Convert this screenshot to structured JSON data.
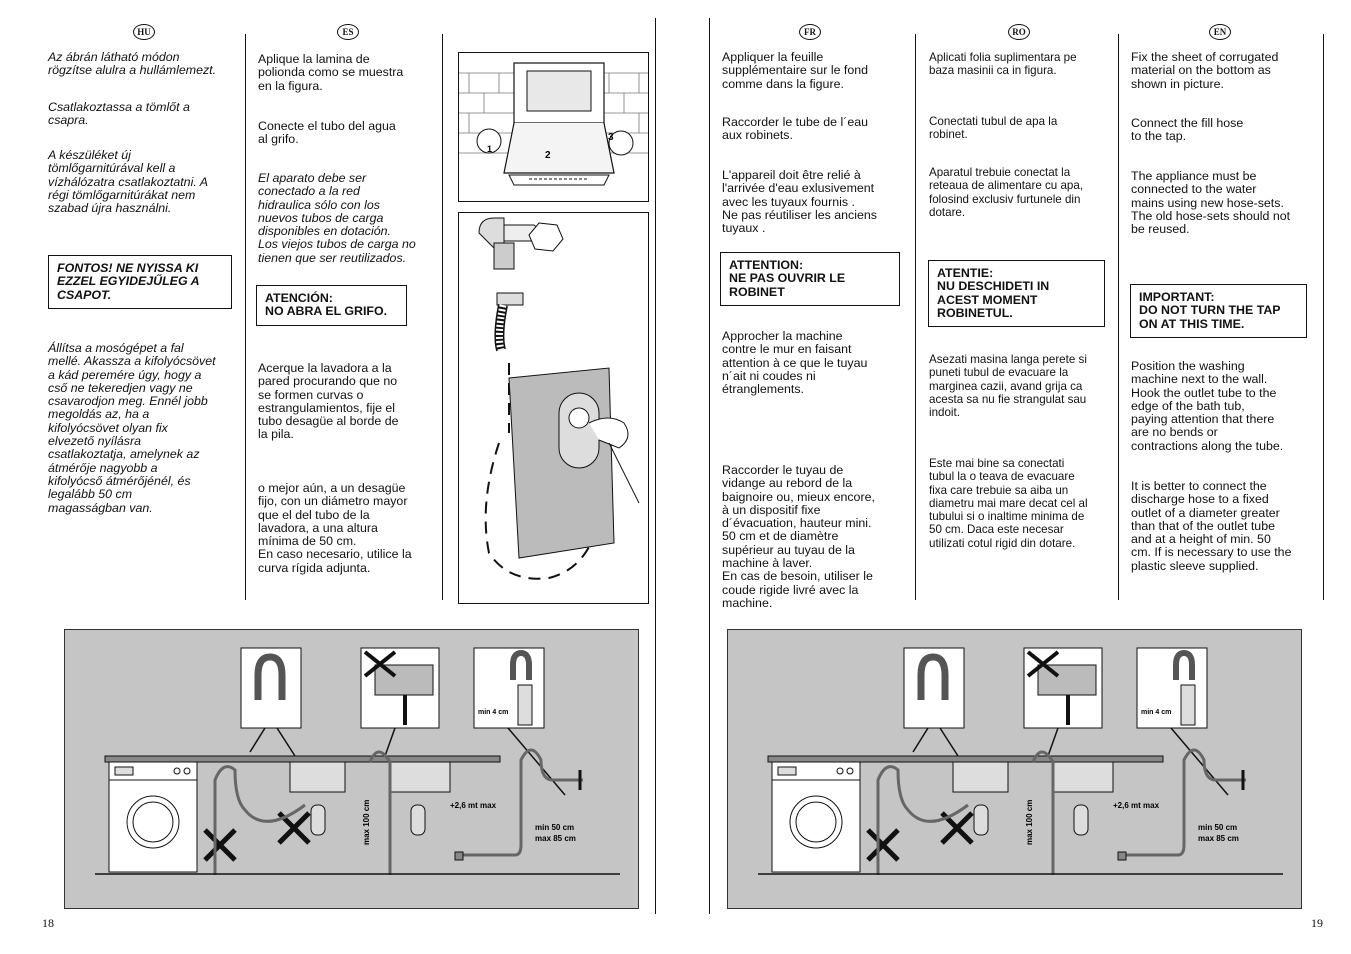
{
  "langs": {
    "hu": "HU",
    "es": "ES",
    "fr": "FR",
    "ro": "RO",
    "en": "EN"
  },
  "pages": {
    "left": "18",
    "right": "19"
  },
  "hu": {
    "p1": "Az ábrán látható módon\nrögzítse alulra a hullámlemezt.",
    "p2": "Csatlakoztassa a tömlőt a\ncsapra.",
    "p3": "A készüléket új\ntömlőgarnitúrával kell a\nvízhálózatra csatlakoztatni. A\nrégi tömlőgarnitúrákat nem\nszabad újra használni.",
    "warn": "FONTOS! NE NYISSA KI\nEZZEL EGYIDEJŰLEG A\nCSAPOT.",
    "p4": "Állítsa a mosógépet a fal\nmellé. Akassza a kifolyócsövet\na kád peremére úgy, hogy a\ncső ne tekeredjen vagy ne\ncsavarodjon meg. Ennél jobb\nmegoldás az, ha a\nkifolyócsövet olyan fix\nelvezető nyílásra\ncsatlakoztatja, amelynek az\nátmérője nagyobb a\nkifolyócső átmérőjénél, és\nlegalább 50 cm\nmagasságban van."
  },
  "es": {
    "p1": "Aplique la lamina de\npolionda como se muestra\nen la figura.",
    "p2": "Conecte el tubo del agua\nal grifo.",
    "p3": "El aparato debe ser\nconectado a la red\nhidraulica sólo con los\nnuevos tubos de carga\ndisponibles en dotación.\nLos viejos tubos de carga no\ntienen que ser reutilizados.",
    "warn": "ATENCIÓN:\nNO ABRA EL GRIFO.",
    "p4": "Acerque la lavadora a la\npared procurando que no\nse formen curvas o\nestrangulamientos, fije el\ntubo desagüe al borde de\nla pila.",
    "p5": "o mejor aún, a un desagüe\nfijo, con un diámetro mayor\nque el del tubo de la\nlavadora, a una altura\nmínima de 50 cm.\nEn caso necesario, utilice la\ncurva rígida adjunta."
  },
  "fr": {
    "p1": "Appliquer la feuille\nsupplémentaire sur le fond\ncomme dans la figure.",
    "p2": "Raccorder le tube de l´eau\naux robinets.",
    "p3": "L'appareil doit être relié à\nl'arrivée d'eau exlusivement\navec les tuyaux fournis .\nNe pas réutiliser  les anciens\ntuyaux .",
    "warn": "ATTENTION:\nNE PAS OUVRIR LE\nROBINET",
    "p4": "Approcher la machine\ncontre le mur en faisant\nattention à ce que le tuyau\nn´ait ni coudes ni\nétranglements.",
    "p5": "Raccorder le tuyau de\nvidange au rebord de la\nbaignoire ou, mieux encore,\nà un dispositif fixe\nd´évacuation, hauteur mini.\n50 cm et de diamètre\nsupérieur au tuyau de la\nmachine à laver.\nEn cas de besoin, utiliser le\ncoude rigide livré avec la\nmachine."
  },
  "ro": {
    "p1": "Aplicati folia suplimentara pe\nbaza masinii ca in figura.",
    "p2": "Conectati tubul de apa la\nrobinet.",
    "p3": "Aparatul trebuie conectat la\nreteaua de alimentare cu apa,\nfolosind exclusiv furtunele din\ndotare.",
    "warn": "ATENTIE:\nNU DESCHIDETI IN\nACEST MOMENT\nROBINETUL.",
    "p4": "Asezati masina langa perete si\npuneti tubul de evacuare la\nmarginea cazii, avand grija ca\nacesta sa nu fie strangulat sau\nindoit.",
    "p5": "Este mai bine sa conectati\ntubul la o teava de evacuare\nfixa care trebuie sa aiba un\ndiametru mai mare decat cel al\ntubului si o inaltime minima de\n50 cm. Daca este necesar\nutilizati cotul rigid din dotare."
  },
  "en": {
    "p1": "Fix the sheet of corrugated\nmaterial on the bottom as\nshown in picture.",
    "p2": "Connect the fill hose\nto the tap.",
    "p3": "The appliance must be\nconnected to the water\nmains using new hose-sets.\nThe old hose-sets should not\nbe reused.",
    "warn": "IMPORTANT:\nDO NOT TURN THE TAP\nON AT THIS TIME.",
    "p4": "Position the washing\nmachine next to the wall.\nHook the outlet tube to the\nedge of the bath tub,\npaying attention that there\nare no bends or\ncontractions along the tube.",
    "p5": "It is better to connect the\ndischarge hose to a fixed\noutlet of a diameter greater\nthan that of the outlet tube\nand at a height of min. 50\ncm. If is necessary to use the\nplastic sleeve supplied."
  },
  "fig_labels": {
    "n1": "1",
    "n2": "2",
    "n3": "3"
  },
  "drain_labels": {
    "min4": "min 4 cm",
    "max100": "max 100 cm",
    "plus26": "+2,6 mt max",
    "min50": "min 50 cm",
    "max85": "max 85 cm"
  }
}
